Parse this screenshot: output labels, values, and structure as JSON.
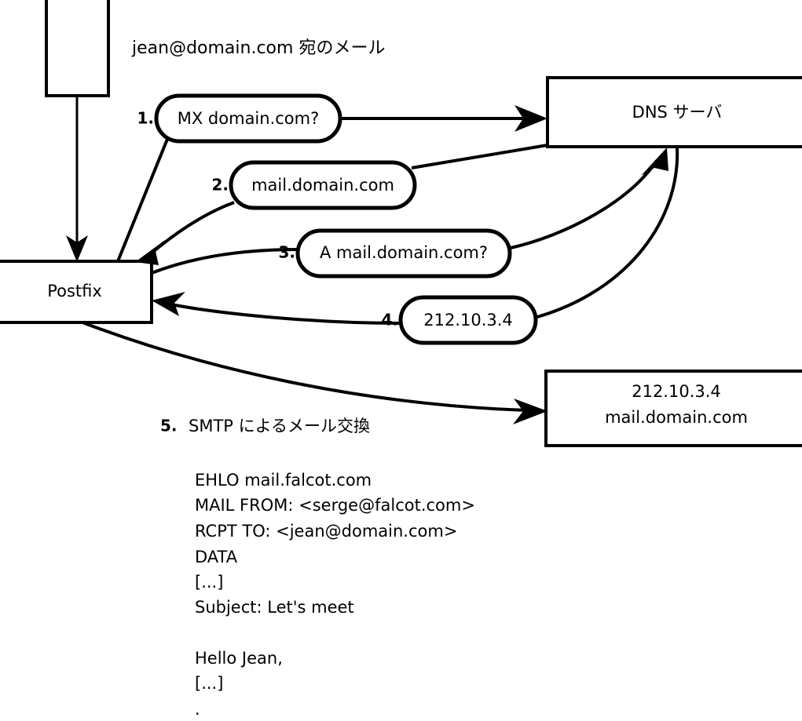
{
  "diagram": {
    "title": "jean@domain.com 宛のメール",
    "nodes": {
      "source_box": {
        "label": ""
      },
      "postfix": {
        "label": "Postfix"
      },
      "dns_server": {
        "label": "DNS サーバ"
      },
      "mail_server": {
        "line1": "212.10.3.4",
        "line2": "mail.domain.com"
      }
    },
    "steps": [
      {
        "num": "1.",
        "label": "MX domain.com?"
      },
      {
        "num": "2.",
        "label": "mail.domain.com"
      },
      {
        "num": "3.",
        "label": "A mail.domain.com?"
      },
      {
        "num": "4.",
        "label": "212.10.3.4"
      }
    ],
    "step5": {
      "num": "5.",
      "label": "SMTP によるメール交換"
    },
    "transcript": [
      "EHLO mail.falcot.com",
      "MAIL FROM: <serge@falcot.com>",
      "RCPT TO: <jean@domain.com>",
      "DATA",
      "[...]",
      "Subject: Let's meet",
      "",
      "Hello Jean,",
      "[...]",
      "."
    ],
    "colors": {
      "stroke": "#000000",
      "fill": "#ffffff",
      "text": "#000000"
    }
  }
}
